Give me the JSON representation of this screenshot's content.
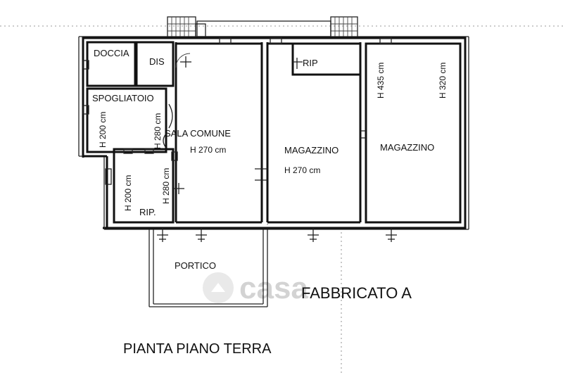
{
  "plan": {
    "title": "PIANTA PIANO TERRA",
    "building": "FABBRICATO A",
    "watermark": "casa",
    "rooms": {
      "doccia": "DOCCIA",
      "dis": "DIS",
      "spogliatoio": "SPOGLIATOIO",
      "sala_comune": "SALA COMUNE",
      "rip_top": "RIP",
      "magazzino_mid": "MAGAZZINO",
      "magazzino_right": "MAGAZZINO",
      "rip_bottom": "RIP.",
      "portico": "PORTICO"
    },
    "heights": {
      "spogliatoio_left": "H 200 cm",
      "spogliatoio_right": "H 280 cm",
      "sala_comune": "H 270 cm",
      "magazzino_mid": "H 270 cm",
      "magazzino_right_a": "H 435 cm",
      "magazzino_right_b": "H 320 cm",
      "rip_left": "H 200 cm",
      "rip_right": "H 280 cm"
    }
  }
}
